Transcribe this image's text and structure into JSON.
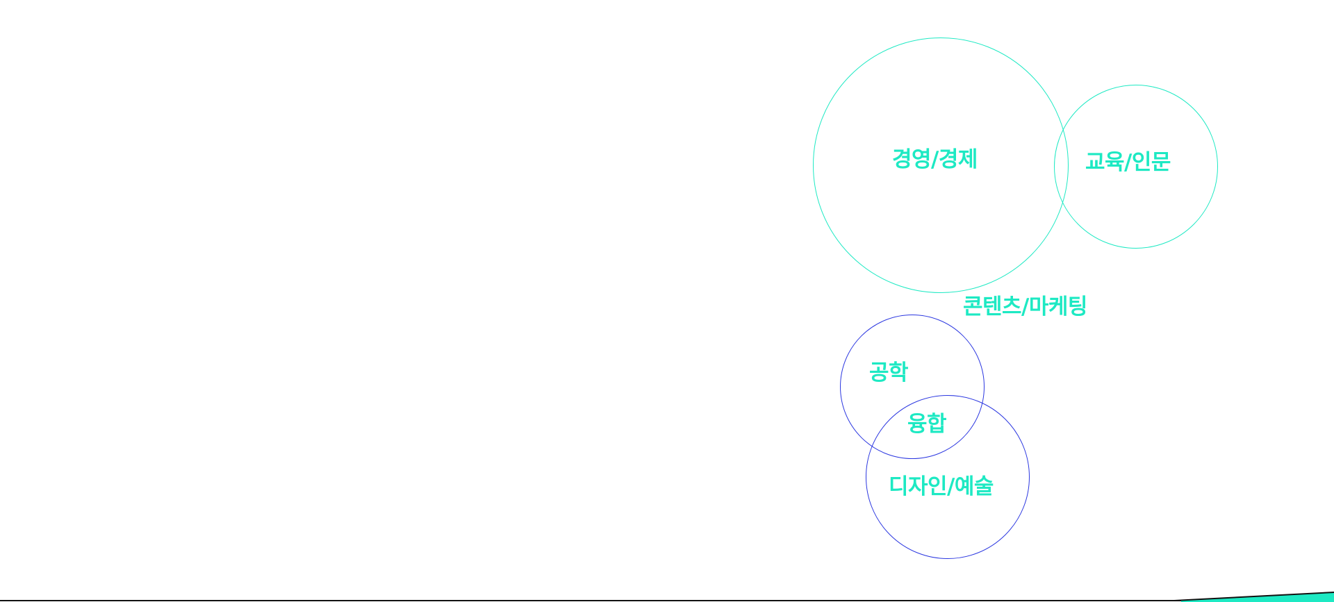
{
  "colors": {
    "accent_mint": "#1de9c3",
    "accent_blue": "#2a36e0",
    "rule_black": "#111111",
    "background": "#ffffff"
  },
  "diagram": {
    "labels": {
      "business": "경영/경제",
      "education": "교육/인문",
      "content": "콘텐츠/마케팅",
      "engineering": "공학",
      "convergence": "융합",
      "design": "디자인/예술"
    }
  }
}
